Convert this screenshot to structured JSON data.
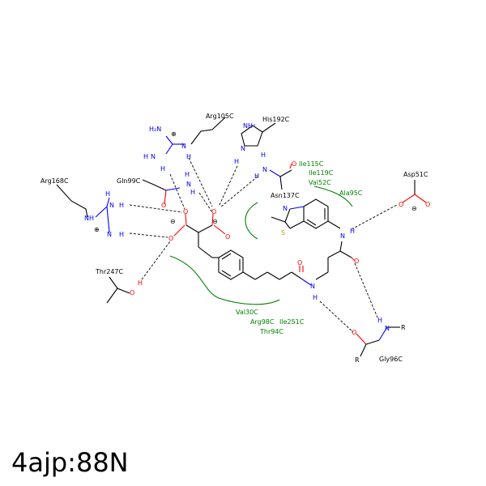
{
  "caption": "4ajp:88N",
  "residues": {
    "arg105": "Arg105C",
    "his192": "His192C",
    "arg168": "Arg168C",
    "gln99": "Gln99C",
    "asn137": "Asn137C",
    "asp51": "Asp51C",
    "thr247": "Thr247C",
    "gly96": "Gly96C"
  },
  "hydrophobic": {
    "ile115": "Ile115C",
    "ile119": "Ile119C",
    "val52": "Val52C",
    "ala95": "Ala95C",
    "val30": "Val30C",
    "arg98": "Arg98C",
    "ile251": "Ile251C",
    "thr94": "Thr94C"
  },
  "atoms": {
    "N": "N",
    "NH": "NH",
    "H": "H",
    "O": "O",
    "S": "S",
    "R": "R",
    "plus": "⊕",
    "minus": "⊖",
    "nhplus": "NH⁺",
    "h2n": "H₂N"
  },
  "colors": {
    "carbon": "#000000",
    "nitrogen": "#0000ff",
    "oxygen": "#ff0000",
    "sulfur": "#b8a600",
    "hydrophobic": "#008000"
  }
}
